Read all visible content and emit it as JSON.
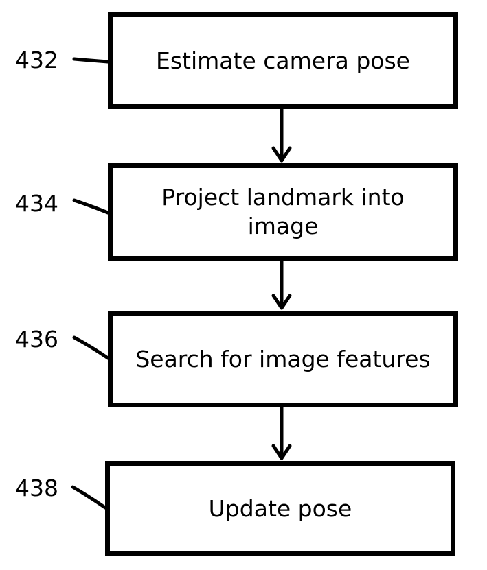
{
  "flowchart": {
    "steps": [
      {
        "ref": "432",
        "label": "Estimate camera pose"
      },
      {
        "ref": "434",
        "label": "Project landmark into image"
      },
      {
        "ref": "436",
        "label": "Search for image features"
      },
      {
        "ref": "438",
        "label": "Update pose"
      }
    ]
  },
  "colors": {
    "line": "#000000",
    "background": "#ffffff"
  }
}
